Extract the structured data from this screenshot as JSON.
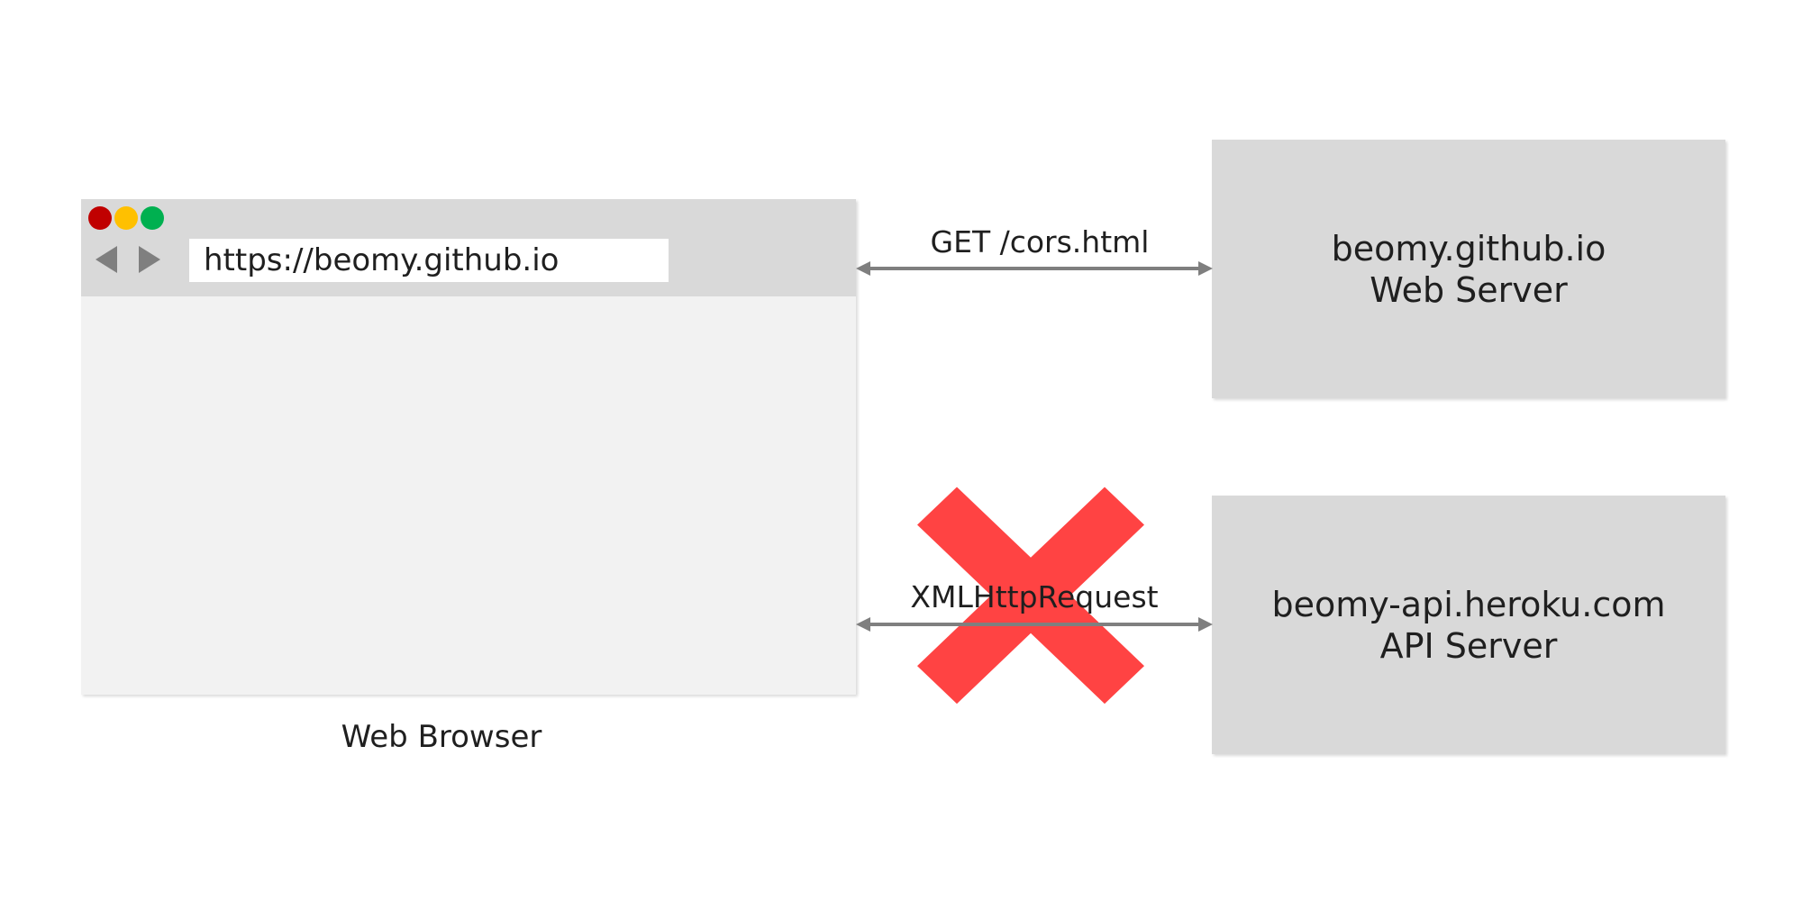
{
  "browser": {
    "url": "https://beomy.github.io",
    "label": "Web Browser"
  },
  "connections": {
    "get_label": "GET /cors.html",
    "xhr_label": "XMLHttpRequest"
  },
  "servers": {
    "web": {
      "line1": "beomy.github.io",
      "line2": "Web Server"
    },
    "api": {
      "line1": "beomy-api.heroku.com",
      "line2": "API Server"
    }
  },
  "colors": {
    "arrow": "#7f7f7f",
    "blocked_x": "#ff3333",
    "box_fill": "#d9d9d9"
  }
}
